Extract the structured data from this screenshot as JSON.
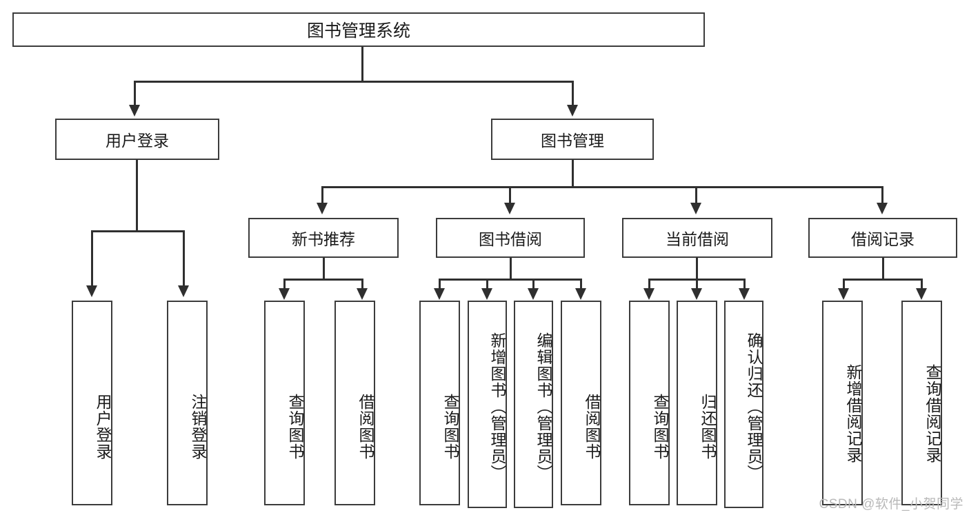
{
  "diagram": {
    "type": "tree",
    "title": "图书管理系统",
    "root": {
      "label": "图书管理系统"
    },
    "level1": [
      {
        "label": "用户登录"
      },
      {
        "label": "图书管理"
      }
    ],
    "level2": [
      {
        "label": "新书推荐"
      },
      {
        "label": "图书借阅"
      },
      {
        "label": "当前借阅"
      },
      {
        "label": "借阅记录"
      }
    ],
    "leaves": {
      "user_login": [
        {
          "label": "用户登录"
        },
        {
          "label": "注销登录"
        }
      ],
      "new_book_recommend": [
        {
          "label": "查询图书"
        },
        {
          "label": "借阅图书"
        }
      ],
      "book_borrow": [
        {
          "label": "查询图书"
        },
        {
          "label": "新增图书（管理员）"
        },
        {
          "label": "编辑图书（管理员）"
        },
        {
          "label": "借阅图书"
        }
      ],
      "current_borrow": [
        {
          "label": "查询图书"
        },
        {
          "label": "归还图书"
        },
        {
          "label": "确认归还（管理员）"
        }
      ],
      "borrow_record": [
        {
          "label": "新增借阅记录"
        },
        {
          "label": "查询借阅记录"
        }
      ]
    }
  },
  "watermark": {
    "text": "CSDN @软件_小贺同学"
  },
  "colors": {
    "box_border": "#3b3b3b",
    "connector": "#2f2f2f",
    "text": "#1a1a1a",
    "background": "#ffffff",
    "watermark": "#b9b9b9"
  }
}
